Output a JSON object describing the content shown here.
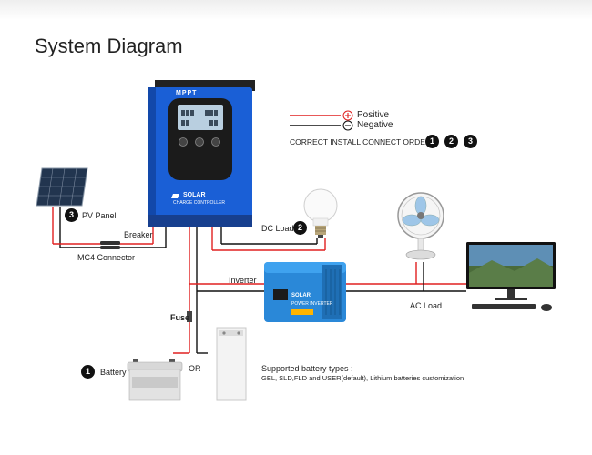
{
  "title": "System Diagram",
  "legend": {
    "positive": "Positive",
    "negative": "Negative",
    "order_label": "CORRECT INSTALL CONNECT ORDER:",
    "order_steps": [
      "1",
      "2",
      "3"
    ],
    "positive_color": "#e02020",
    "negative_color": "#111111"
  },
  "controller": {
    "brand": "MPPT",
    "line1": "SOLAR",
    "line2": "CHARGE CONTROLLER",
    "body_color": "#1a5fd6"
  },
  "labels": {
    "pv_panel": "PV Panel",
    "pv_step": "3",
    "breaker": "Breaker",
    "mc4": "MC4 Connector",
    "dc_load": "DC Load",
    "dc_step": "2",
    "inverter": "Inverter",
    "ac_load": "AC Load",
    "fuse": "Fuse",
    "or": "OR",
    "battery": "Battery",
    "battery_step": "1",
    "supported_title": "Supported battery types :",
    "supported_desc": "GEL, SLD,FLD and USER(default), Lithium batteries customization"
  },
  "inverter_device": {
    "line1": "SOLAR",
    "line2": "POWER INVERTER"
  }
}
